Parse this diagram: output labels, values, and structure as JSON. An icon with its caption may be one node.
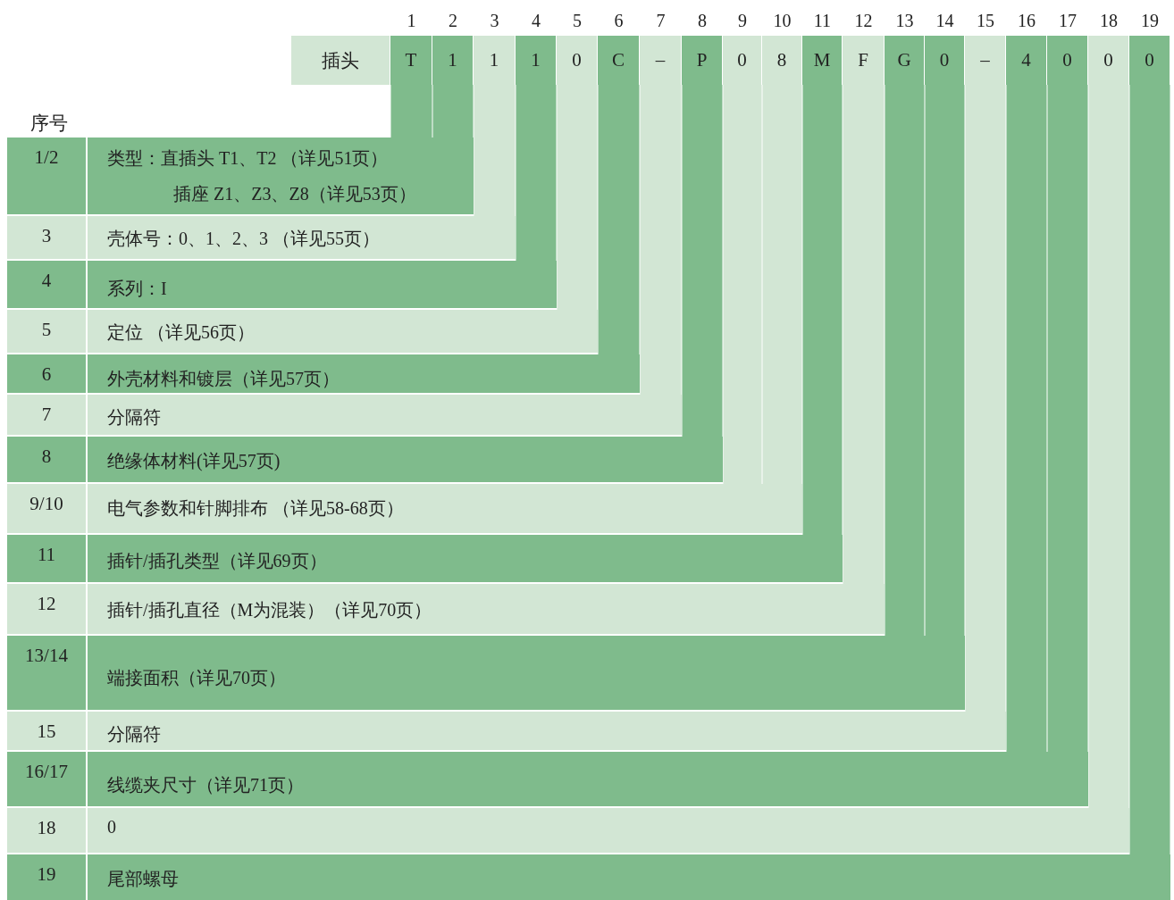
{
  "diagram": {
    "nodes": [
      {
        "text": [
          "插头"
        ]
      },
      {
        "text": [
          "T"
        ]
      },
      {
        "text": [
          "1"
        ]
      },
      {
        "text": [
          "1"
        ]
      },
      {
        "text": [
          "1"
        ]
      },
      {
        "text": [
          "0"
        ]
      },
      {
        "text": [
          "C"
        ]
      },
      {
        "text": [
          "–"
        ]
      },
      {
        "text": [
          "P"
        ]
      },
      {
        "text": [
          "0"
        ]
      },
      {
        "text": [
          "8"
        ]
      },
      {
        "text": [
          "M"
        ]
      },
      {
        "text": [
          "F"
        ]
      },
      {
        "text": [
          "G"
        ]
      },
      {
        "text": [
          "0"
        ]
      },
      {
        "text": [
          "–"
        ]
      },
      {
        "text": [
          "4"
        ]
      },
      {
        "text": [
          "0"
        ]
      },
      {
        "text": [
          "0"
        ]
      },
      {
        "text": [
          "0"
        ]
      },
      {
        "text": [
          "1/2",
          "类型：直插头 T1、T2 （详见51页）",
          "插座 Z1、Z3、Z8（详见53页）"
        ]
      },
      {
        "text": [
          "3",
          "壳体号：0、1、2、3 （详见55页）"
        ]
      },
      {
        "text": [
          "4",
          "系列：I"
        ]
      },
      {
        "text": [
          "5",
          "定位 （详见56页）"
        ]
      },
      {
        "text": [
          "6",
          "外壳材料和镀层（详见57页）"
        ]
      },
      {
        "text": [
          "7",
          "分隔符"
        ]
      },
      {
        "text": [
          "8",
          "绝缘体材料(详见57页)"
        ]
      },
      {
        "text": [
          "9/10",
          "电气参数和针脚排布 （详见58-68页）"
        ]
      },
      {
        "text": [
          "11",
          "插针/插孔类型（详见69页）"
        ]
      },
      {
        "text": [
          "12",
          "插针/插孔直径（M为混装）（详见70页）"
        ]
      },
      {
        "text": [
          "13/14",
          "端接面积（详见70页）"
        ]
      },
      {
        "text": [
          "15",
          "分隔符"
        ]
      },
      {
        "text": [
          "16/17",
          "线缆夹尺寸（详见71页）"
        ]
      },
      {
        "text": [
          "18",
          "0"
        ]
      },
      {
        "text": [
          "19",
          "尾部螺母"
        ]
      }
    ],
    "edges": [
      {
        "from": 1,
        "to": 20,
        "arrow": "none"
      },
      {
        "from": 2,
        "to": 20,
        "arrow": "none"
      },
      {
        "from": 3,
        "to": 21,
        "arrow": "none",
        "color": "#d2e6d4"
      },
      {
        "from": 4,
        "to": 22,
        "arrow": "none"
      },
      {
        "from": 5,
        "to": 23,
        "arrow": "none",
        "color": "#d2e6d4"
      },
      {
        "from": 6,
        "to": 24,
        "arrow": "none"
      },
      {
        "from": 7,
        "to": 25,
        "arrow": "none",
        "color": "#d2e6d4"
      },
      {
        "from": 8,
        "to": 26,
        "arrow": "none"
      },
      {
        "from": 9,
        "to": 27,
        "arrow": "none",
        "color": "#d2e6d4"
      },
      {
        "from": 10,
        "to": 27,
        "arrow": "none",
        "color": "#d2e6d4"
      },
      {
        "from": 11,
        "to": 28,
        "arrow": "none"
      },
      {
        "from": 12,
        "to": 29,
        "arrow": "none",
        "color": "#d2e6d4"
      },
      {
        "from": 13,
        "to": 30,
        "arrow": "none"
      },
      {
        "from": 14,
        "to": 30,
        "arrow": "none"
      },
      {
        "from": 15,
        "to": 31,
        "arrow": "none",
        "color": "#d2e6d4"
      },
      {
        "from": 16,
        "to": 32,
        "arrow": "none"
      },
      {
        "from": 17,
        "to": 32,
        "arrow": "none"
      },
      {
        "from": 18,
        "to": 33,
        "arrow": "none",
        "color": "#d2e6d4"
      },
      {
        "from": 19,
        "to": 34,
        "arrow": "none"
      }
    ],
    "labels": [
      "1",
      "2",
      "3",
      "4",
      "5",
      "6",
      "7",
      "8",
      "9",
      "10",
      "11",
      "12",
      "13",
      "14",
      "15",
      "16",
      "17",
      "18",
      "19",
      "序号"
    ]
  }
}
